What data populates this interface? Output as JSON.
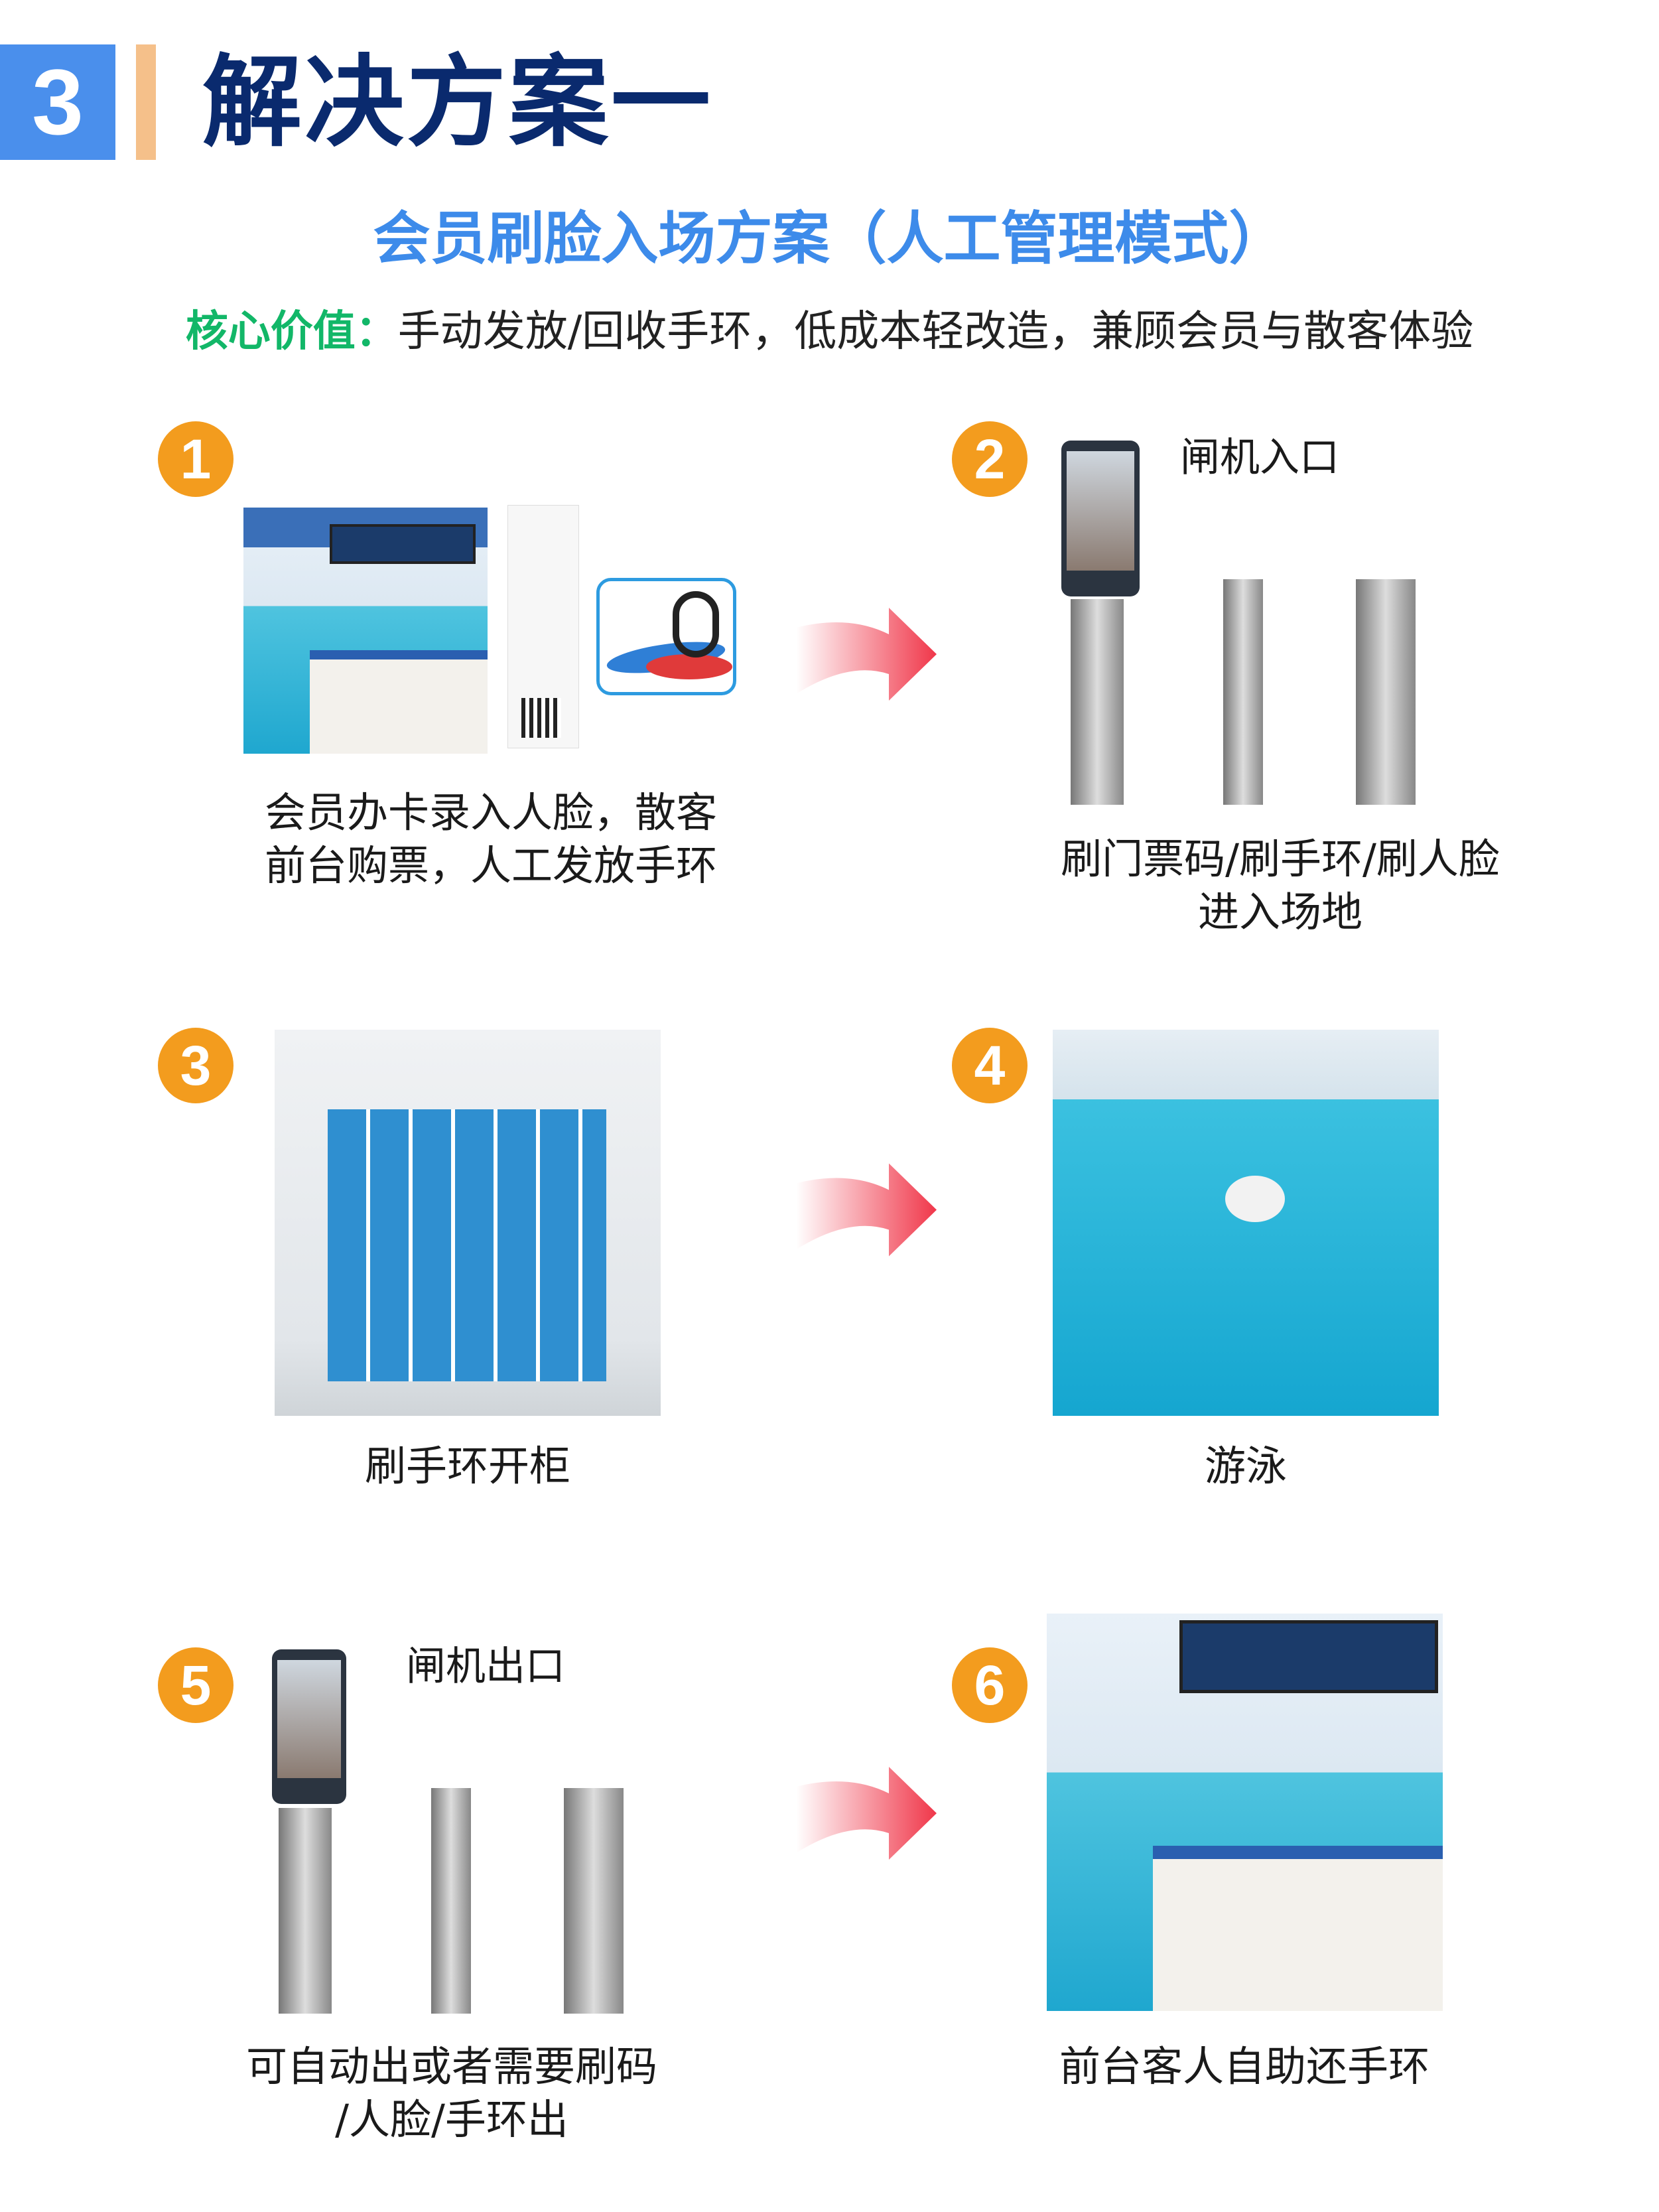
{
  "header": {
    "number": "3",
    "title": "解决方案一"
  },
  "subtitle": "会员刷脸入场方案（人工管理模式）",
  "core_value": {
    "label": "核心价值：",
    "text": "手动发放/回收手环，低成本轻改造，兼顾会员与散客体验"
  },
  "steps": [
    {
      "num": "1",
      "lines": [
        "会员办卡录入人脸，散客",
        "前台购票，人工发放手环"
      ]
    },
    {
      "num": "2",
      "label": "闸机入口",
      "lines": [
        "刷门票码/刷手环/刷人脸",
        "进入场地"
      ]
    },
    {
      "num": "3",
      "lines": [
        "刷手环开柜"
      ]
    },
    {
      "num": "4",
      "lines": [
        "游泳"
      ]
    },
    {
      "num": "5",
      "label": "闸机出口",
      "lines": [
        "可自动出或者需要刷码",
        "/人脸/手环出"
      ]
    },
    {
      "num": "6",
      "lines": [
        "前台客人自助还手环"
      ]
    }
  ],
  "colors": {
    "number_box": "#4a8fec",
    "accent_bar": "#f5c08a",
    "title": "#0a2a6e",
    "subtitle": "#3d8bea",
    "core_label": "#12b768",
    "step_circle": "#f39c1e",
    "arrow": "#f0374a"
  }
}
